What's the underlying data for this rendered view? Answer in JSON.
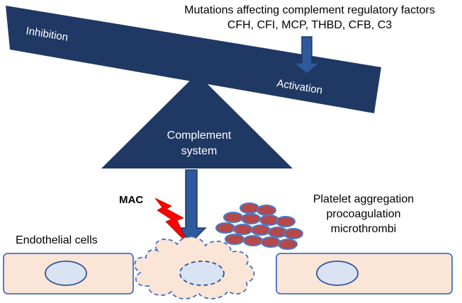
{
  "mutations": {
    "line1": "Mutations affecting complement regulatory factors",
    "line2": "CFH, CFI, MCP, THBD, CFB, C3"
  },
  "balance": {
    "left_label": "Inhibition",
    "right_label": "Activation"
  },
  "fulcrum": {
    "line1": "Complement",
    "line2": "system"
  },
  "mac_label": "MAC",
  "platelet": {
    "line1": "Platelet aggregation",
    "line2": "procoagulation",
    "line3": "microthrombi"
  },
  "endothelial_label": "Endothelial cells",
  "colors": {
    "beam": "#1f3864",
    "arrow": "#2e5a9c",
    "arrow_stroke": "#1f3864",
    "cell_fill": "#fbe5d6",
    "cell_stroke": "#4472c4",
    "nucleus_fill": "#dae3f3",
    "platelet_fill": "#b5484a",
    "platelet_stroke": "#4a7bc8",
    "lightning": "#ff0000"
  }
}
